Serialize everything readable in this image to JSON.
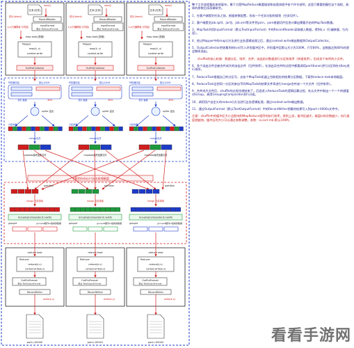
{
  "maptask": {
    "file": "文本(文件)",
    "split": "切片(block)",
    "record_reader": "RecordReader",
    "read": "read()",
    "input_format": "InputFormat",
    "input_format_sub": "默认 TextInputFormat",
    "kv1": "k,v(行偏移量,行内容)",
    "task": "map task(进程)",
    "mapper": "Mapper",
    "map": "map(k, v)",
    "ctx": "context.write",
    "output_collector": "OutPutCollector",
    "buffer": "环形缓冲区",
    "buffer_sub": "默认100M",
    "spill": "spiller 溢出",
    "partition_sort": "分区排序",
    "merge": "merge合并",
    "merge_result": "maptask最终结果文件",
    "percent": "80%",
    "pos": "索引 数据"
  },
  "shuffle": {
    "label": "下载到reduce task本地磁盘",
    "partition": "partition",
    "merge_sort": "merge 归并排序",
    "grouping": "GroupingComparator(k.nextK)",
    "group_same": "groupId相同kv组成的数据",
    "group_label": "groupId"
  },
  "reducetask": {
    "task": "reduce task",
    "reducer": "Reducer",
    "reduce": "reduce(k,v)",
    "ctx": "context.write(k,v)",
    "output_format": "OutPutFormat",
    "output_format_sub": "默认 TextOutputFormat",
    "record_writer": "RecordWriter",
    "write": "write(k,v)",
    "part0": "part-r-00000",
    "part1": "part-r-00001",
    "part2": "part-r-00002"
  },
  "notes": [
    "整个工作流程看起来很复杂，最下方是MapReduce概要描述和处理流程中各个环节说明，这里只需要把握住这个流程，具体的参数后续再做研究。",
    "1、在客户端提交任务之前，根据参数配置，形成一个任务分配的规划（任务切片）。",
    "2、客户端提交job.split、jar包、job.xml等文件到yarn，yarn根据切片信息计算出需要开启的MapTask数量。",
    "3、MapTask利用InputFormat（默认TextInputFormat）中的RecordReader读取输入数据，得到k,v（行偏移量，行内容）。",
    "4、经过Mapper中的map()方法进行业务逻辑处理之后，通过context.write输出数据到OutputCollector。",
    "5、OutputCollector把收集到的kv对写入环形缓冲区中，环形缓冲区默认大小为100M，只写80%，当数据达到80%时就会触发溢出。",
    "shuffle的核心机制：数据分区、排序、合并；溢出前对数据进行分区和排序（快速排序），形成多个有序的小文件。",
    "6、多个溢出文件会被合并成大的溢出文件（归并排序），在溢出及合并的过程中都要调用partitioner进行分区和针对key进行排序。",
    "7、ReduceTask根据自己的分区号，去各个MapTask机器上拉取相应的结果分区数据，下载到reduce task本地磁盘。",
    "8、ReduceTask会把同一分区的来自不同MapTask的结果文件再进行merge合并成一个大文件（归并排序）。",
    "9、合并成大文件后，shuffle的过程也就结束了，后面进入ReduceTask的逻辑运算过程，先从文件中取出一个一个的键值对Group，调用GroupingComparator进行分组。",
    "10、调用用户自定义的reduce()方法进行业务逻辑处理，通过context.write输出数据。",
    "11、通过OutputFormat（默认TextOutputFormat）中的RecordWriter把最终结果写入到part-r-0000x文件中。",
    "注意：shuffle中的缓冲区大小会影响到MapReduce程序的执行效率，原则上说，缓冲区越大，磁盘io的次数越少，执行速度就越快。缓冲区的大小可以通过参数调整，参数：io.sort.mb 默认100M。"
  ],
  "watermark": "看看手游网"
}
